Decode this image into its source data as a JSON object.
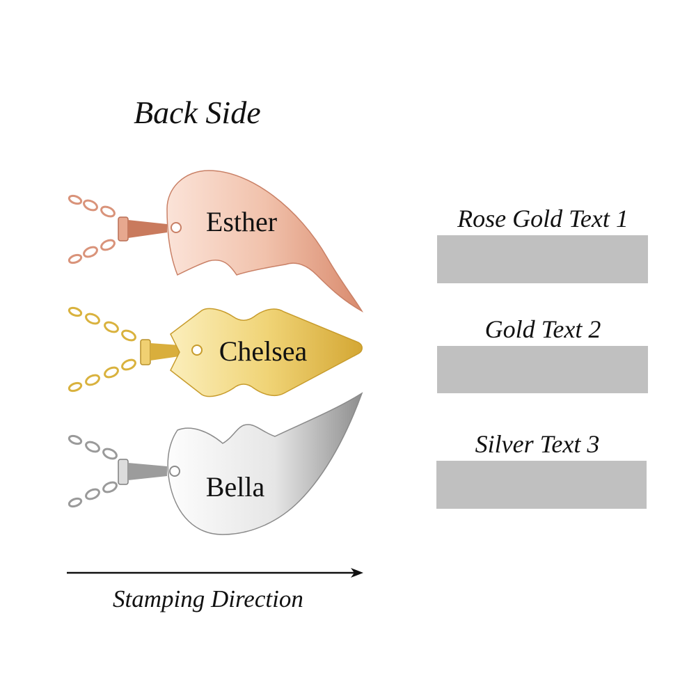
{
  "title": "Back Side",
  "pendants": [
    {
      "metal": "Rose Gold",
      "name": "Esther",
      "color": "#e9a98f"
    },
    {
      "metal": "Gold",
      "name": "Chelsea",
      "color": "#e4c15a"
    },
    {
      "metal": "Silver",
      "name": "Bella",
      "color": "#c9c9c9"
    }
  ],
  "text_fields": [
    {
      "label": "Rose Gold Text 1",
      "value": ""
    },
    {
      "label": "Gold Text 2",
      "value": ""
    },
    {
      "label": "Silver Text 3",
      "value": ""
    }
  ],
  "stamping": {
    "label": "Stamping Direction"
  },
  "colors": {
    "field_fill": "#c0c0c0",
    "text": "#111111"
  }
}
